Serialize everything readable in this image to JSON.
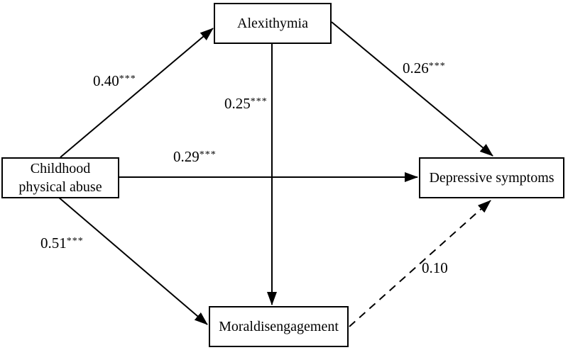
{
  "diagram": {
    "type": "path-model",
    "colors": {
      "background": "#ffffff",
      "line": "#000000",
      "text": "#000000",
      "box_border": "#000000"
    },
    "nodes": [
      {
        "id": "alexithymia",
        "label": "Alexithymia"
      },
      {
        "id": "childhood_physical_abuse",
        "label": "Childhood physical abuse"
      },
      {
        "id": "depressive_symptoms",
        "label": "Depressive symptoms"
      },
      {
        "id": "moral_disengagement",
        "label": "Moraldisengagement"
      }
    ],
    "paths": [
      {
        "from": "childhood_physical_abuse",
        "to": "alexithymia",
        "coefficient": "0.40",
        "significance": "***",
        "style": "solid"
      },
      {
        "from": "alexithymia",
        "to": "depressive_symptoms",
        "coefficient": "0.26",
        "significance": "***",
        "style": "solid"
      },
      {
        "from": "alexithymia",
        "to": "moral_disengagement",
        "coefficient": "0.25",
        "significance": "***",
        "style": "solid"
      },
      {
        "from": "childhood_physical_abuse",
        "to": "depressive_symptoms",
        "coefficient": "0.29",
        "significance": "***",
        "style": "solid"
      },
      {
        "from": "childhood_physical_abuse",
        "to": "moral_disengagement",
        "coefficient": "0.51",
        "significance": "***",
        "style": "solid"
      },
      {
        "from": "moral_disengagement",
        "to": "depressive_symptoms",
        "coefficient": "0.10",
        "significance": "",
        "style": "dashed"
      }
    ]
  }
}
